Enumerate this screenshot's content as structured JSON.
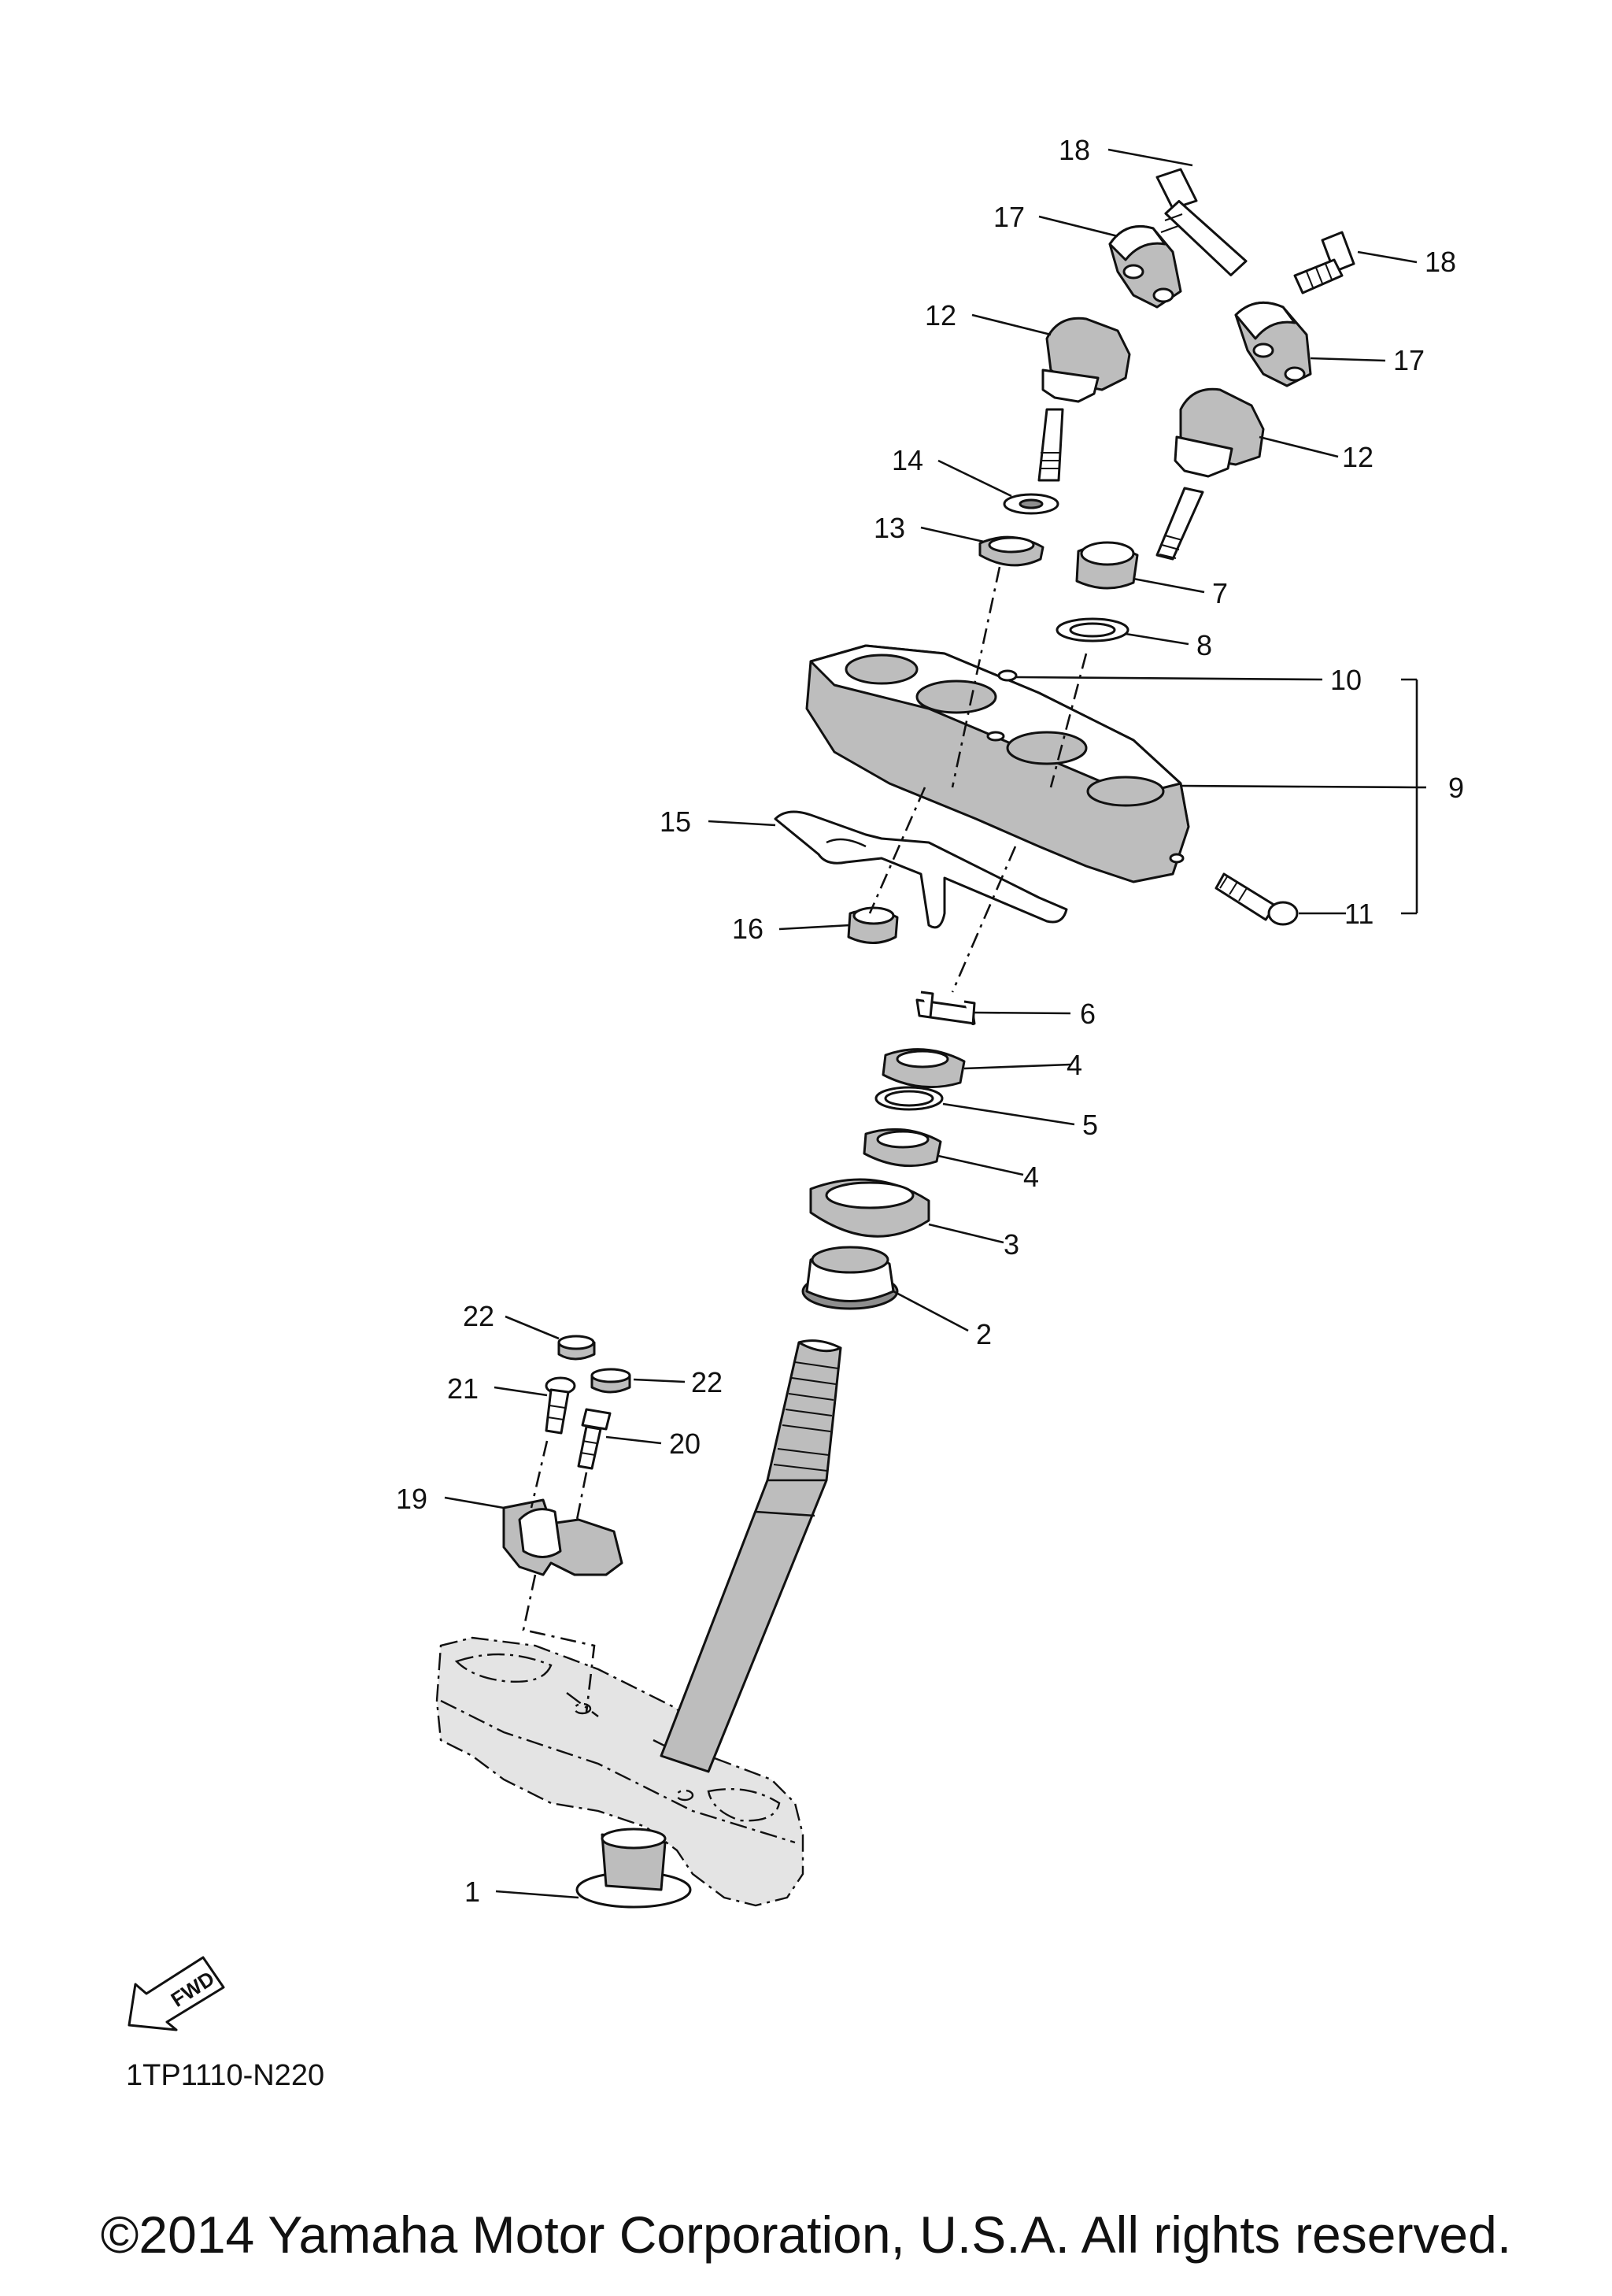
{
  "diagram": {
    "code": "1TP1110-N220",
    "copyright": "©2014 Yamaha Motor Corporation, U.S.A. All rights reserved.",
    "fwd_label": "FWD",
    "callouts": [
      "18",
      "17",
      "12",
      "18",
      "17",
      "12",
      "14",
      "13",
      "7",
      "8",
      "10",
      "9",
      "15",
      "11",
      "16",
      "6",
      "4",
      "5",
      "4",
      "3",
      "2",
      "22",
      "22",
      "21",
      "20",
      "19",
      "1"
    ]
  }
}
